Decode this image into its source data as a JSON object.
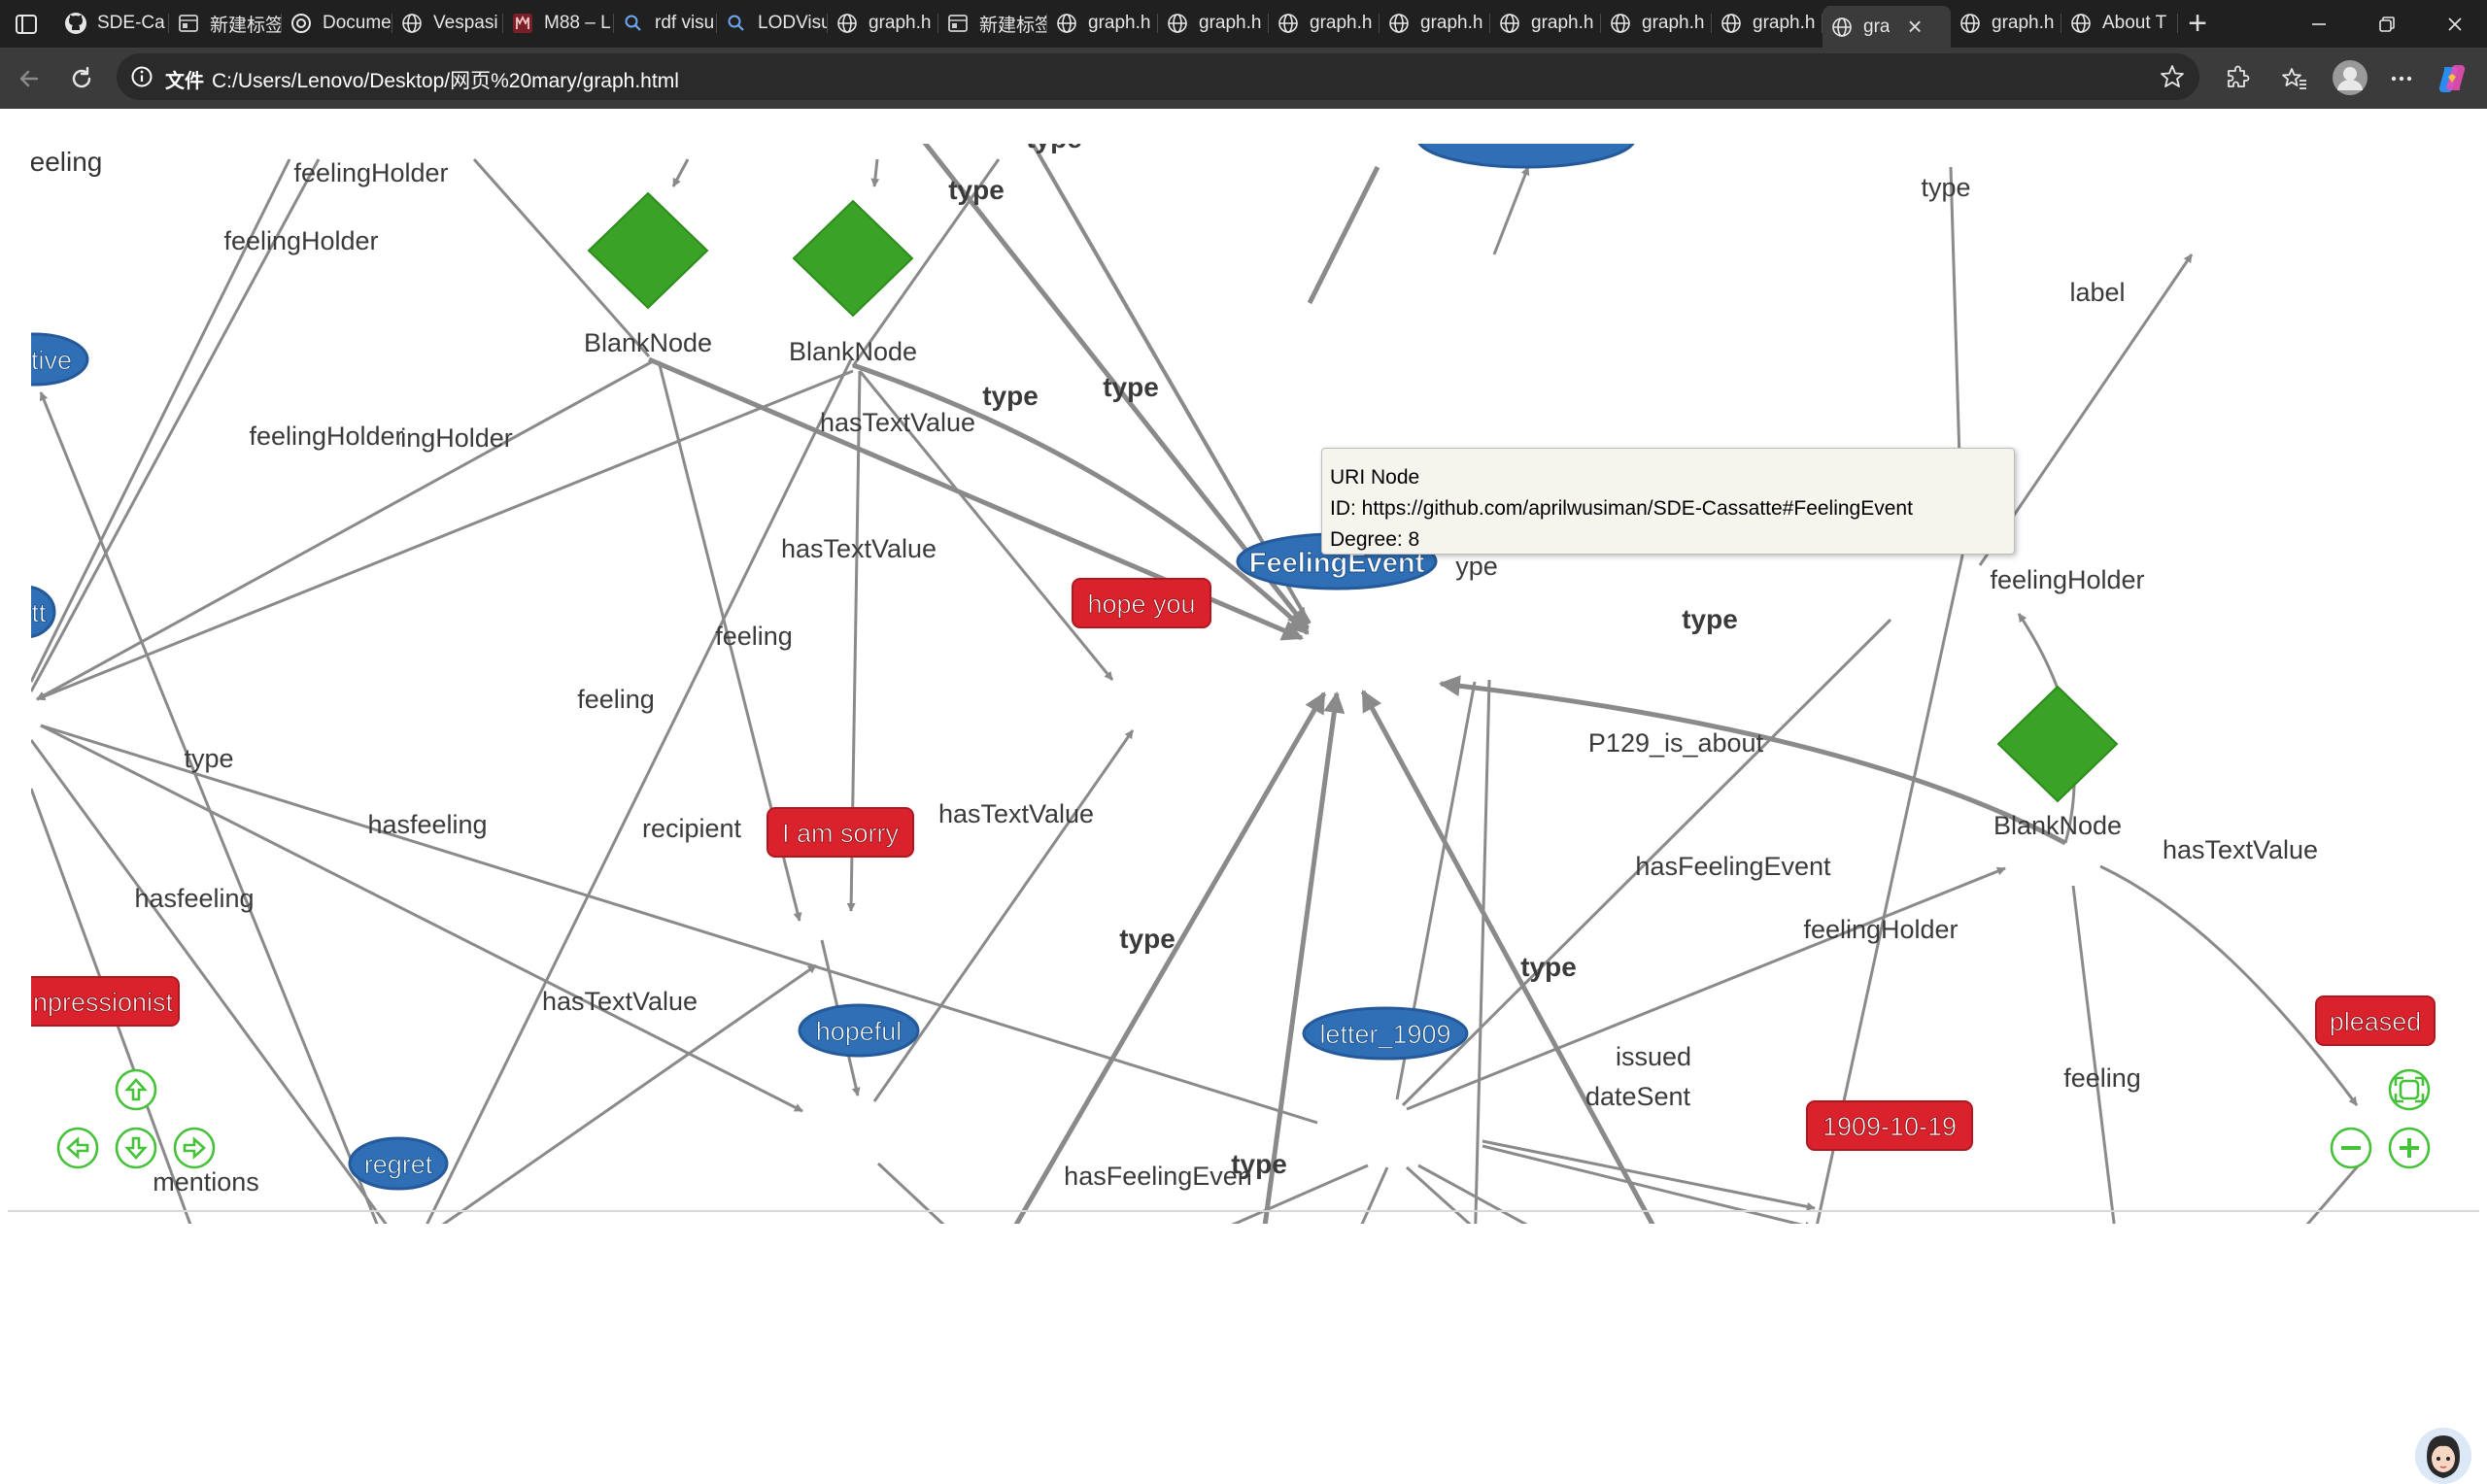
{
  "browser": {
    "tabs": [
      {
        "title": "SDE-Ca",
        "icon": "github-icon"
      },
      {
        "title": "新建标签",
        "icon": "newtab-page-icon"
      },
      {
        "title": "Docume",
        "icon": "chatgpt-icon"
      },
      {
        "title": "Vespasi",
        "icon": "globe-icon"
      },
      {
        "title": "M88 – L",
        "icon": "site-logo-icon"
      },
      {
        "title": "rdf visu",
        "icon": "search-icon"
      },
      {
        "title": "LODVisu",
        "icon": "search-icon"
      },
      {
        "title": "graph.h",
        "icon": "globe-icon"
      },
      {
        "title": "新建标签",
        "icon": "newtab-page-icon"
      },
      {
        "title": "graph.h",
        "icon": "globe-icon"
      },
      {
        "title": "graph.h",
        "icon": "globe-icon"
      },
      {
        "title": "graph.h",
        "icon": "globe-icon"
      },
      {
        "title": "graph.h",
        "icon": "globe-icon"
      },
      {
        "title": "graph.h",
        "icon": "globe-icon"
      },
      {
        "title": "graph.h",
        "icon": "globe-icon"
      },
      {
        "title": "graph.h",
        "icon": "globe-icon"
      },
      {
        "title": "gra",
        "icon": "globe-icon",
        "active": true
      },
      {
        "title": "graph.h",
        "icon": "globe-icon"
      },
      {
        "title": "About T",
        "icon": "globe-icon"
      }
    ],
    "address": {
      "label": "文件",
      "url": "C:/Users/Lenovo/Desktop/网页%20mary/graph.html"
    }
  },
  "graph": {
    "nodes": {
      "n_eeling": "eeling",
      "n_tive": "tive",
      "n_tt": "tt",
      "n_impressionist": "npressionist",
      "n_regret": "regret",
      "n_blank1": "BlankNode",
      "n_blank2": "BlankNode",
      "n_blank3": "BlankNode",
      "n_hope_you": "hope you",
      "n_i_am_sorry": "I am sorry",
      "n_hopeful": "hopeful",
      "n_feeling_event": "FeelingEvent",
      "n_letter_1909": "letter_1909",
      "n_date": "1909-10-19",
      "n_pleased": "pleased"
    },
    "edges": {
      "e_feelingholder_1": "feelingHolder",
      "e_feelingholder_2": "feelingHolder",
      "e_feelingholder_3": "feelingHolder",
      "e_feelingholder_4": "ingHolder",
      "e_feelingholder_5": "feelingHolder",
      "e_feelingholder_6": "feelingHolder",
      "e_type_top_partial": "type",
      "e_type_1": "type",
      "e_type_2": "type",
      "e_type_3": "type",
      "e_type_4": "type",
      "e_type_5": "type",
      "e_type_6": "type",
      "e_type_7": "type",
      "e_type_8": "type",
      "e_type_light_1": "type",
      "e_type_light_2": "type",
      "e_type_partial": "ype",
      "e_label": "label",
      "e_hastextvalue_1": "hasTextValue",
      "e_hastextvalue_2": "hasTextValue",
      "e_hastextvalue_3": "hasTextValue",
      "e_hastextvalue_4": "hasTextValue",
      "e_hastextvalue_5": "hasTextValue",
      "e_feeling_1": "feeling",
      "e_feeling_2": "feeling",
      "e_feeling_3": "feeling",
      "e_hasfeeling_1": "hasfeeling",
      "e_hasfeeling_2": "hasfeeling",
      "e_recipient": "recipient",
      "e_p129": "P129_is_about",
      "e_hasfeelingevent_1": "hasFeelingEvent",
      "e_hasfeelingevent_2": "hasFeelingEven",
      "e_issued": "issued",
      "e_datesent": "dateSent",
      "e_mentions": "mentions"
    },
    "tooltip": {
      "line1": "URI Node",
      "line2": "ID: https://github.com/aprilwusiman/SDE-Cassatte#FeelingEvent",
      "line3": "Degree: 8"
    },
    "colors": {
      "uri_node": "#2f6fb5",
      "literal_node": "#d9222c",
      "blank_node": "#3aa227",
      "edge": "#8a8a8a",
      "controls": "#46c13a"
    }
  }
}
